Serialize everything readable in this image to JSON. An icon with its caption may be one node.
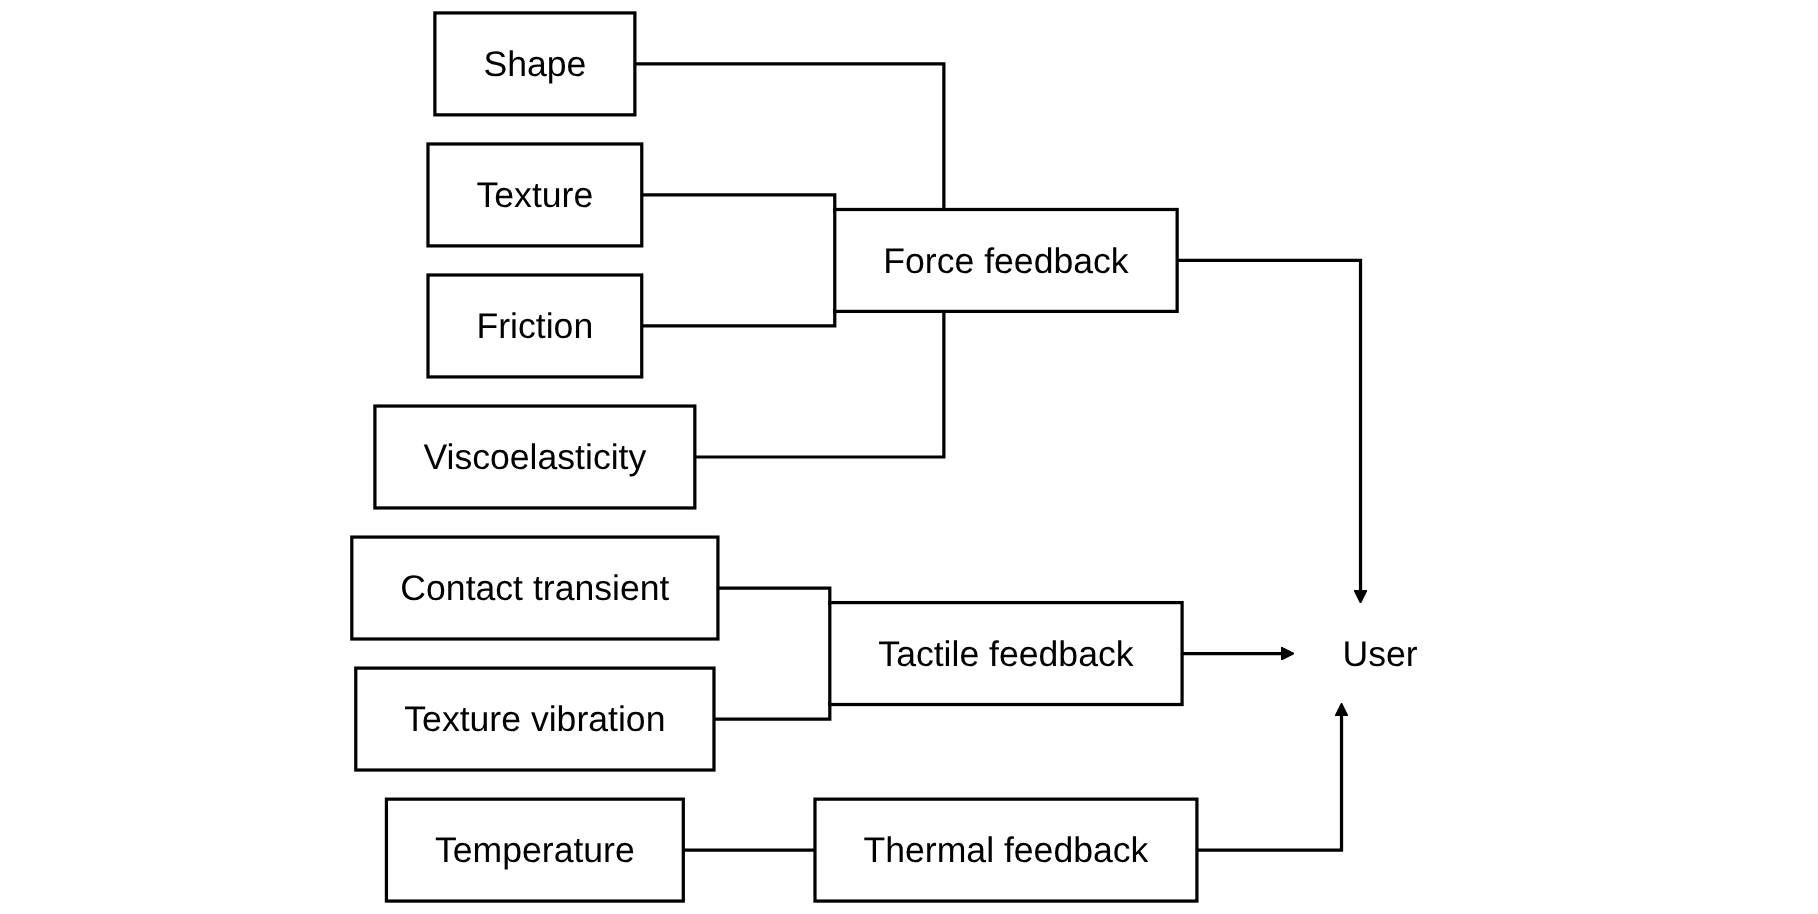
{
  "diagram": {
    "nodes": [
      {
        "text": [
          "Shape"
        ]
      },
      {
        "text": [
          "Texture"
        ]
      },
      {
        "text": [
          "Friction"
        ]
      },
      {
        "text": [
          "Viscoelasticity"
        ]
      },
      {
        "text": [
          "Contact transient"
        ]
      },
      {
        "text": [
          "Texture vibration"
        ]
      },
      {
        "text": [
          "Temperature"
        ]
      },
      {
        "text": [
          "Force feedback"
        ]
      },
      {
        "text": [
          "Tactile feedback"
        ]
      },
      {
        "text": [
          "Thermal feedback"
        ]
      },
      {
        "text": [
          "User"
        ]
      }
    ],
    "edges": [
      {
        "from": 0,
        "to": 7,
        "arrow": "none"
      },
      {
        "from": 1,
        "to": 7,
        "arrow": "none"
      },
      {
        "from": 2,
        "to": 7,
        "arrow": "none"
      },
      {
        "from": 3,
        "to": 7,
        "arrow": "none"
      },
      {
        "from": 4,
        "to": 8,
        "arrow": "none"
      },
      {
        "from": 5,
        "to": 8,
        "arrow": "none"
      },
      {
        "from": 6,
        "to": 9,
        "arrow": "none"
      },
      {
        "from": 7,
        "to": 10,
        "arrow": "to"
      },
      {
        "from": 8,
        "to": 10,
        "arrow": "to"
      },
      {
        "from": 9,
        "to": 10,
        "arrow": "to"
      }
    ]
  }
}
